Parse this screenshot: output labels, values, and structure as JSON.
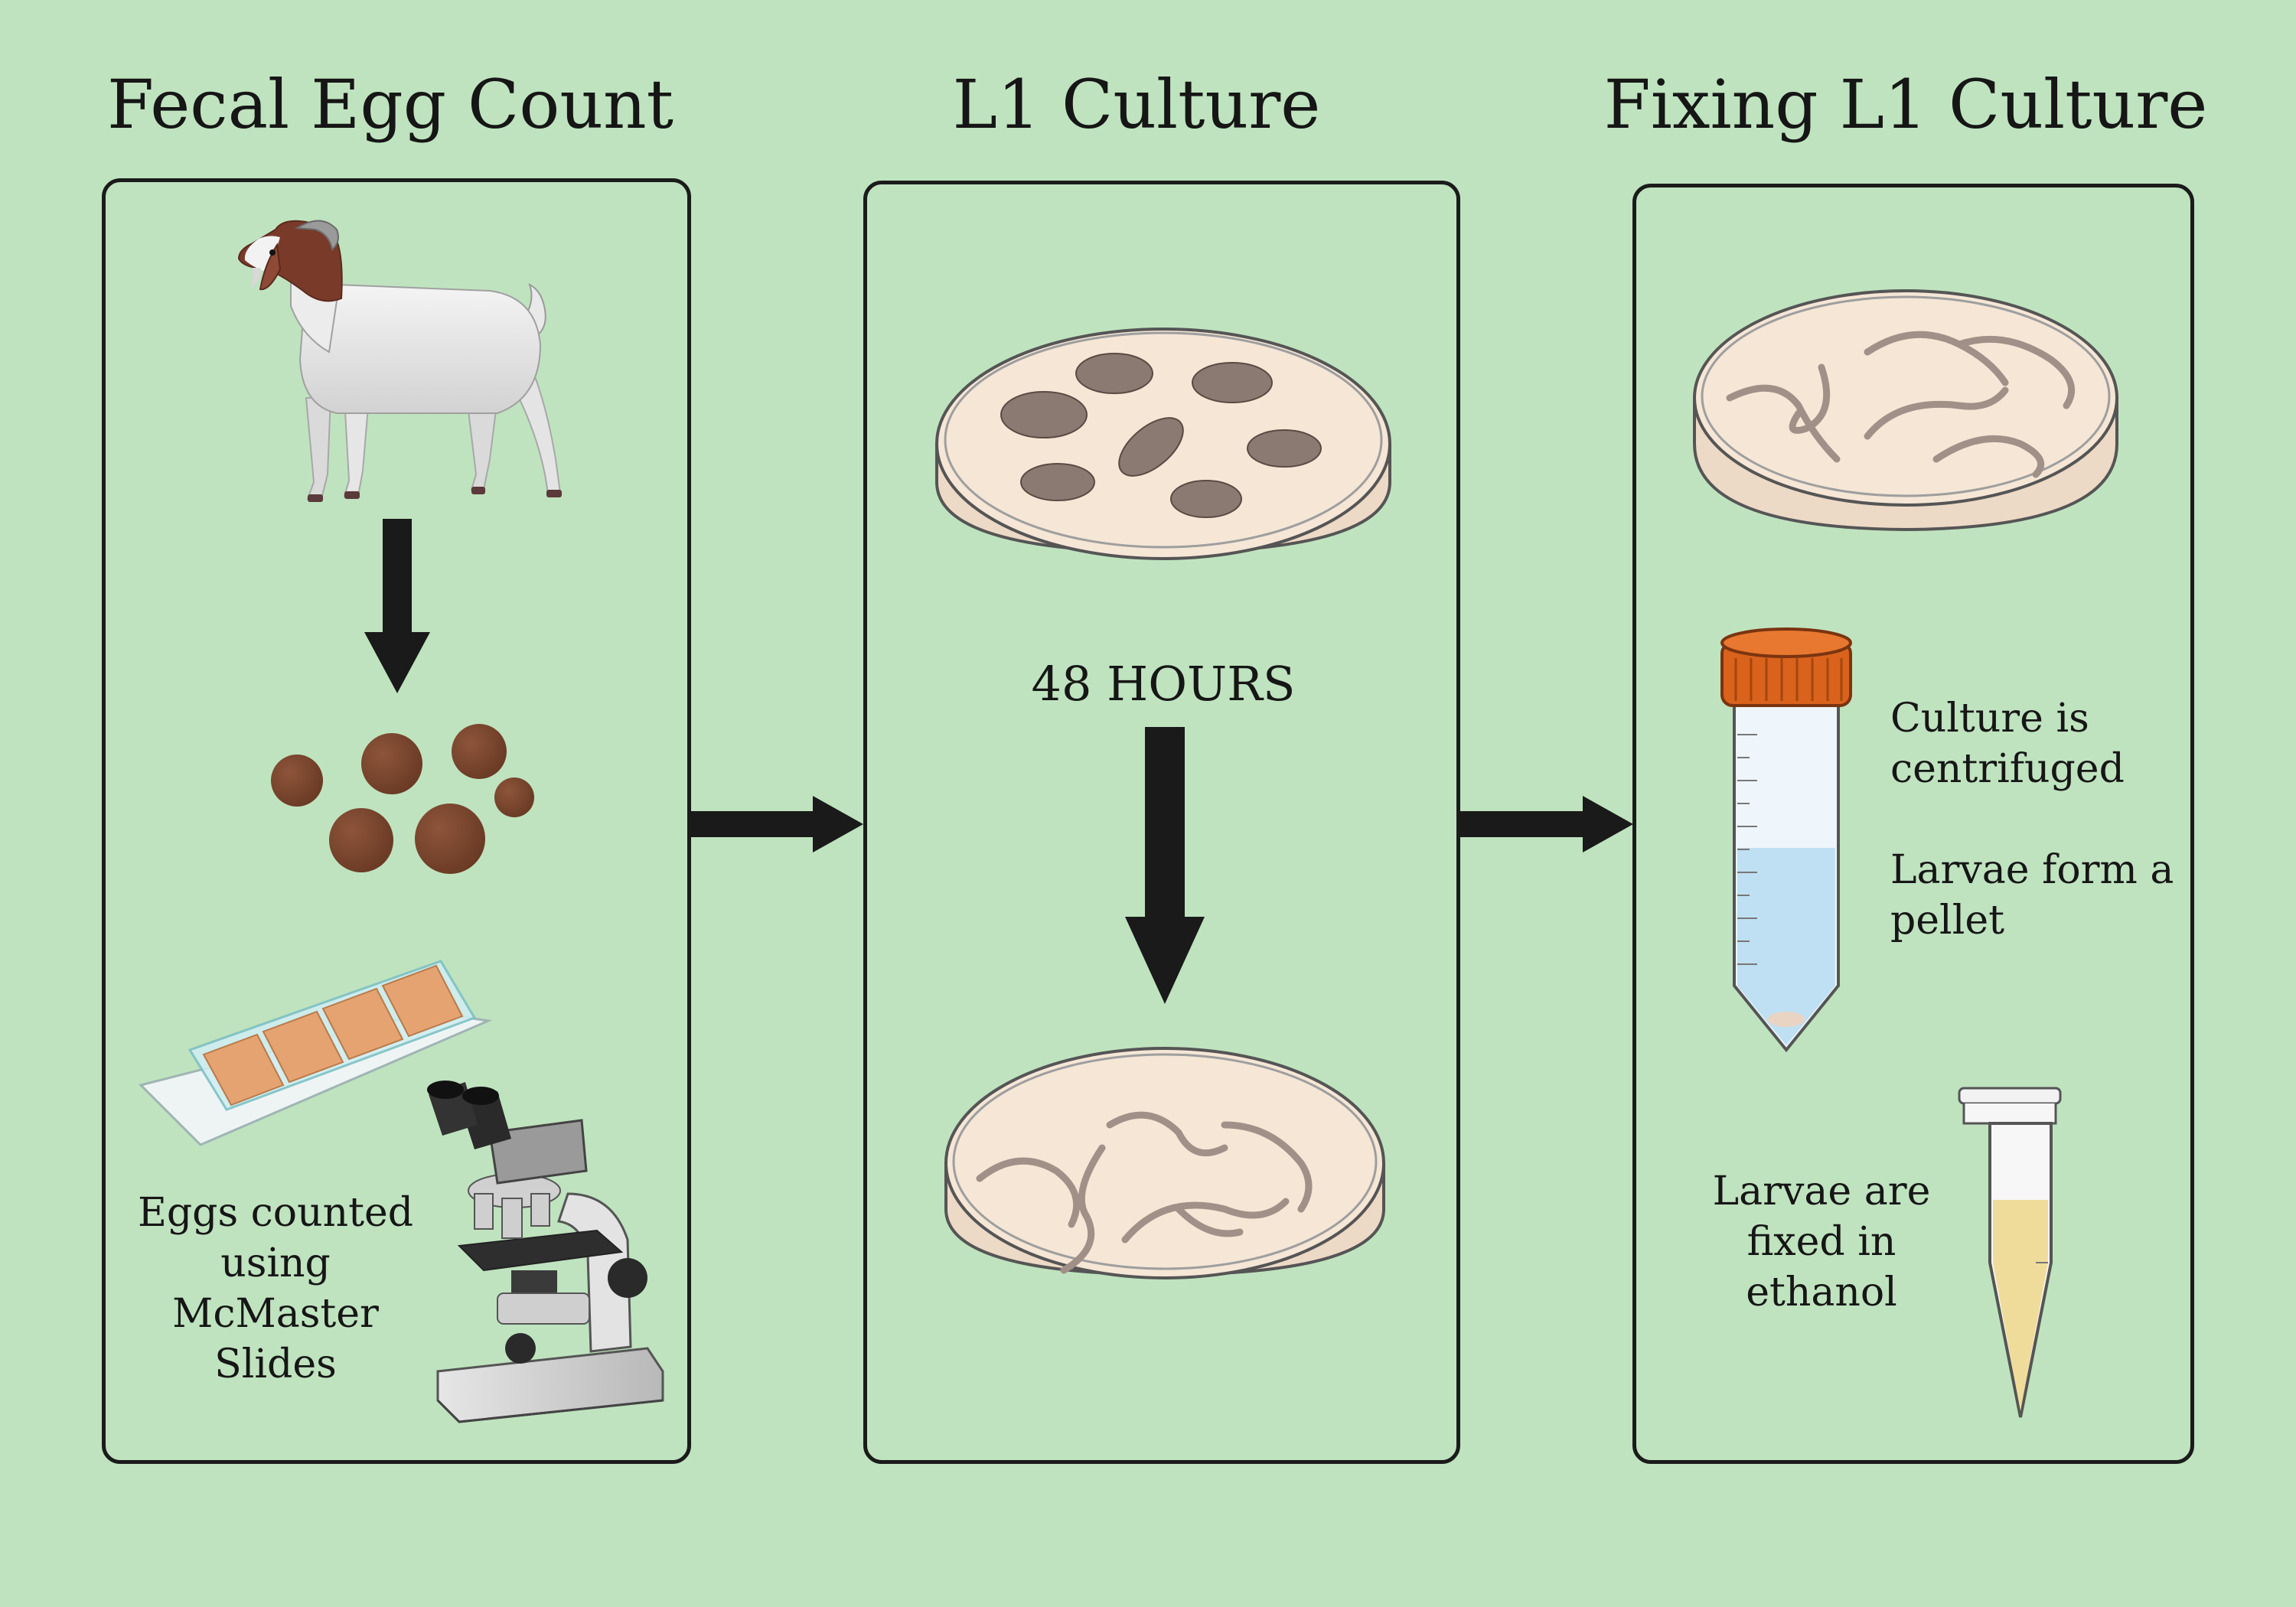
{
  "titles": {
    "fecal_egg_count": "Fecal Egg Count",
    "l1_culture": "L1 Culture",
    "fixing_l1_culture": "Fixing L1 Culture"
  },
  "labels": {
    "eggs_counted": [
      "Eggs counted",
      "using",
      "McMaster",
      "Slides"
    ],
    "hours": "48 HOURS",
    "centrifuged": [
      "Culture is",
      "centrifuged"
    ],
    "pellet": [
      "Larvae form a",
      "pellet"
    ],
    "fixed": [
      "Larvae are",
      "fixed in",
      "ethanol"
    ]
  },
  "colors": {
    "background": "#bfe3bf",
    "outline": "#1b1b1b",
    "feces": "#7a4630",
    "agar": "#f3e3d3",
    "cap": "#d9621c",
    "tube_liquid": "#bfe0f2",
    "ethanol": "#f0dc9a"
  }
}
